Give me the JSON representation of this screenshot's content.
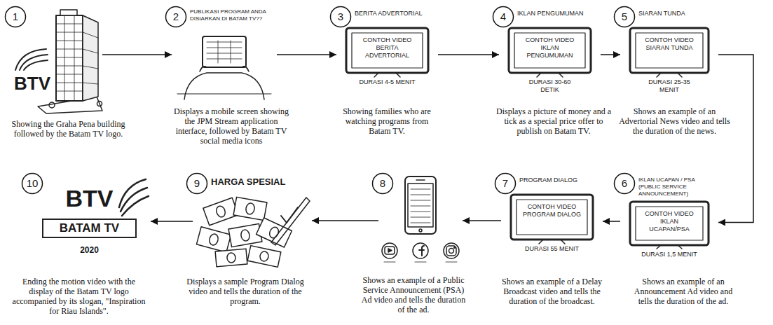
{
  "diagram": {
    "nodes": [
      {
        "text": [
          "BTV",
          "Showing the Graha Pena building followed by the Batam TV logo."
        ]
      },
      {
        "text": [
          "1"
        ],
        "in": 0
      },
      {
        "text": [
          "PUBLIKASI PROGRAM ANDA DISIARKAN DI BATAM TV??",
          "Displays a mobile screen showing the JPM Stream application interface, followed by Batam TV social media icons"
        ]
      },
      {
        "text": [
          "2"
        ],
        "in": 2
      },
      {
        "text": [
          "BERITA ADVERTORIAL",
          "CONTOH VIDEO BERITA ADVERTORIAL",
          "DURASI 4-5 MENIT",
          "Showing families who are watching programs from Batam TV."
        ]
      },
      {
        "text": [
          "3"
        ],
        "in": 4
      },
      {
        "text": [
          "IKLAN PENGUMUMAN",
          "CONTOH VIDEO IKLAN PENGUMUMAN",
          "DURASI 30-60 DETIK",
          "Displays a picture of money and a tick as a special price offer to publish on Batam TV."
        ]
      },
      {
        "text": [
          "4"
        ],
        "in": 6
      },
      {
        "text": [
          "SIARAN TUNDA",
          "CONTOH VIDEO SIARAN TUNDA",
          "DURASI 25-35 MENIT",
          "Shows an example of an Advertorial News video and tells the duration of the news."
        ]
      },
      {
        "text": [
          "5"
        ],
        "in": 8
      },
      {
        "text": [
          "IKLAN UCAPAN / PSA (PUBLIC SERVICE ANNOUNCEMENT)",
          "CONTOH VIDEO IKLAN UCAPAN/PSA",
          "DURASI 1,5 MENIT",
          "Shows an example of an Announcement Ad video and tells the duration of the ad."
        ]
      },
      {
        "text": [
          "6"
        ],
        "in": 10
      },
      {
        "text": [
          "PROGRAM DIALOG",
          "CONTOH VIDEO PROGRAM DIALOG",
          "DURASI 55 MENIT",
          "Shows an example of a Delay Broadcast video and tells the duration of the broadcast."
        ]
      },
      {
        "text": [
          "7"
        ],
        "in": 12
      },
      {
        "text": [
          "Shows an example of a Public Service Announcement (PSA) Ad video and tells the duration of the ad."
        ]
      },
      {
        "text": [
          "8"
        ],
        "in": 14
      },
      {
        "text": [
          "HARGA SPESIAL",
          "Displays a sample Program Dialog video and tells the duration of the program."
        ]
      },
      {
        "text": [
          "9"
        ],
        "in": 16
      },
      {
        "text": [
          "BTV",
          "BATAM TV",
          "2020",
          "Ending the motion video with the display of the Batam TV logo accompanied by its slogan, \"Inspiration for Riau Islands\"."
        ]
      },
      {
        "text": [
          "10"
        ],
        "in": 18
      }
    ],
    "edges": [
      {
        "from": 0,
        "to": 2,
        "arrow": "to"
      },
      {
        "from": 2,
        "to": 4,
        "arrow": "to"
      },
      {
        "from": 4,
        "to": 6,
        "arrow": "to"
      },
      {
        "from": 6,
        "to": 8,
        "arrow": "to"
      },
      {
        "from": 8,
        "to": 10,
        "arrow": "to"
      },
      {
        "from": 10,
        "to": 12,
        "arrow": "to"
      },
      {
        "from": 12,
        "to": 14,
        "arrow": "to"
      },
      {
        "from": 14,
        "to": 16,
        "arrow": "to"
      },
      {
        "from": 16,
        "to": 18,
        "arrow": "to"
      }
    ]
  }
}
